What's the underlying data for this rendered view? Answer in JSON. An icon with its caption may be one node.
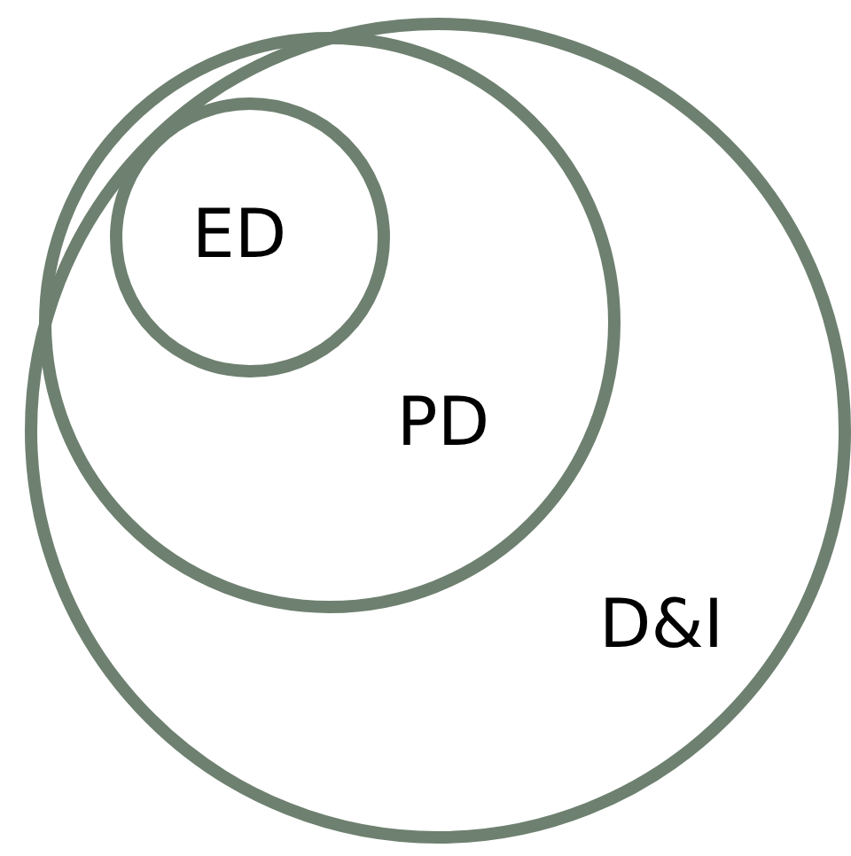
{
  "diagram": {
    "nodes": [
      {
        "text": [
          "D&I"
        ]
      },
      {
        "text": [
          "PD"
        ],
        "in": 0
      },
      {
        "text": [
          "ED"
        ],
        "in": 1
      }
    ]
  }
}
